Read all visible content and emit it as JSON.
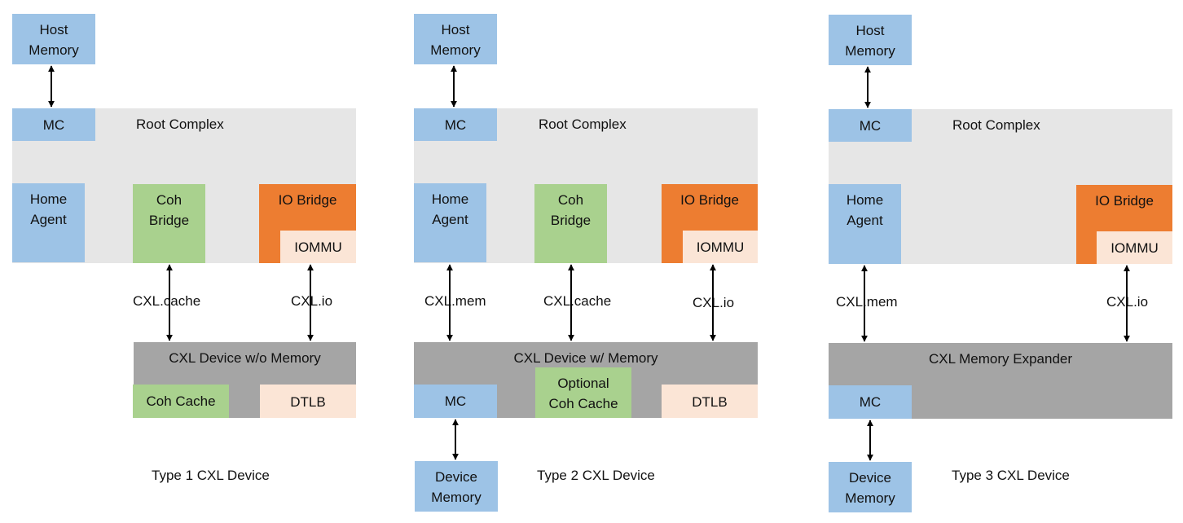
{
  "panels": [
    {
      "host_memory": "Host\nMemory",
      "mc": "MC",
      "root_complex": "Root Complex",
      "home_agent": "Home\nAgent",
      "coh_bridge": "Coh\nBridge",
      "io_bridge": "IO Bridge",
      "iommu": "IOMMU",
      "links": [
        "CXL.cache",
        "CXL.io"
      ],
      "device": "CXL Device w/o Memory",
      "device_parts": [
        "Coh Cache",
        "DTLB"
      ],
      "caption": "Type 1 CXL Device"
    },
    {
      "host_memory": "Host\nMemory",
      "mc": "MC",
      "root_complex": "Root Complex",
      "home_agent": "Home\nAgent",
      "coh_bridge": "Coh\nBridge",
      "io_bridge": "IO Bridge",
      "iommu": "IOMMU",
      "links": [
        "CXL.mem",
        "CXL.cache",
        "CXL.io"
      ],
      "device": "CXL Device w/ Memory",
      "device_parts": [
        "MC",
        "Optional\nCoh Cache",
        "DTLB"
      ],
      "device_memory": "Device\nMemory",
      "caption": "Type 2 CXL Device"
    },
    {
      "host_memory": "Host\nMemory",
      "mc": "MC",
      "root_complex": "Root Complex",
      "home_agent": "Home\nAgent",
      "io_bridge": "IO Bridge",
      "iommu": "IOMMU",
      "links": [
        "CXL.mem",
        "CXL.io"
      ],
      "device": "CXL Memory Expander",
      "device_parts": [
        "MC"
      ],
      "device_memory": "Device\nMemory",
      "caption": "Type 3 CXL Device"
    }
  ],
  "colors": {
    "blue": "#9dc3e6",
    "green": "#a9d18e",
    "orange": "#ed7d31",
    "peach": "#fbe5d6",
    "root_gray": "#e6e6e6",
    "device_gray": "#a5a5a5"
  }
}
